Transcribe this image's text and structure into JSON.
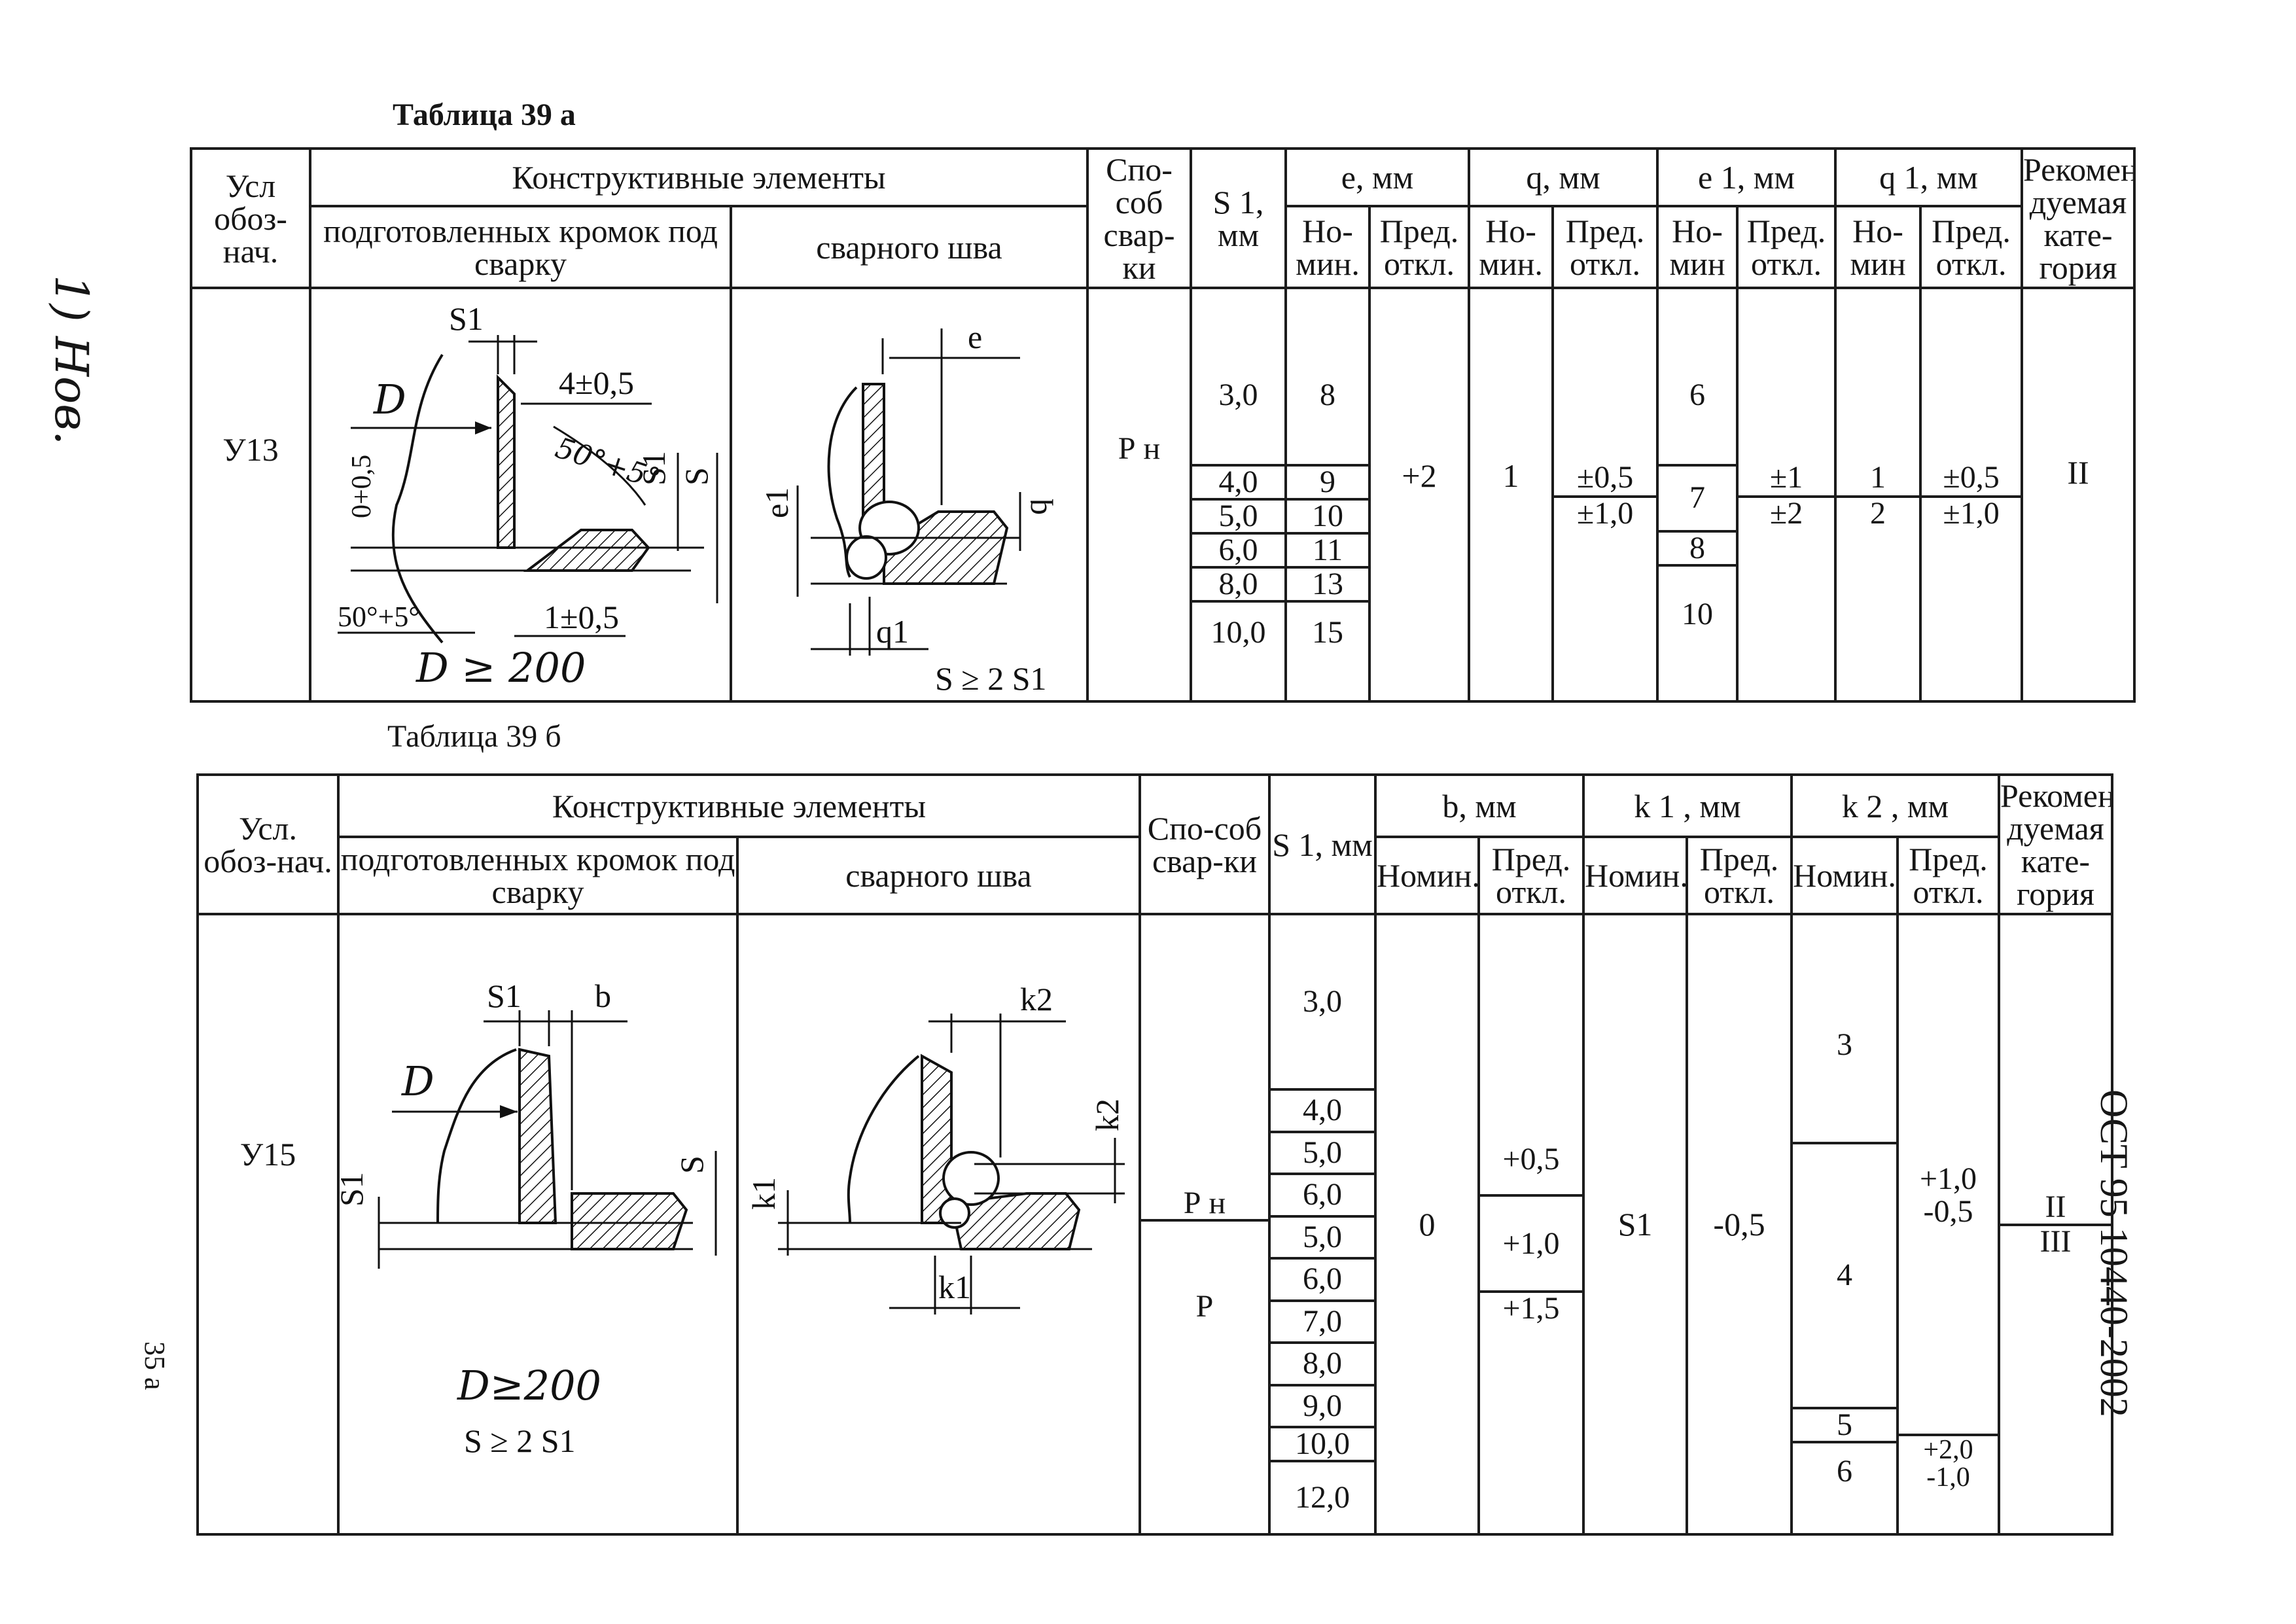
{
  "page": {
    "side_note": "1) Нов.",
    "doc_code": "ОСТ 95 10440-2002",
    "page_number": "35 а"
  },
  "table_a": {
    "caption": "Таблица 39 а",
    "headers": {
      "designation": "Усл обоз-нач.",
      "elements": "Конструктивные элементы",
      "prepared_edges": "подготовленных кромок под сварку",
      "weld": "сварного шва",
      "method": "Спо-соб свар-ки",
      "s1": "S 1, мм",
      "e": "е, мм",
      "q": "q, мм",
      "e1": "е 1, мм",
      "q1": "q 1, мм",
      "nominal": "Но-мин.",
      "nominal_short": "Но-мин",
      "tolerance": "Пред. откл.",
      "category": "Рекомен-дуемая кате-гория"
    },
    "row": {
      "code": "У13",
      "method": "Р н",
      "s1": [
        "3,0",
        "4,0",
        "5,0",
        "6,0",
        "8,0",
        "10,0"
      ],
      "e_nom": [
        "8",
        "9",
        "10",
        "11",
        "13",
        "15"
      ],
      "e_tol": "+2",
      "q_nom": "1",
      "q_tol": [
        "±0,5",
        "±1,0"
      ],
      "e1_nom": [
        "6",
        "7",
        "8",
        "10"
      ],
      "e1_tol": [
        "±1",
        "±2"
      ],
      "q1_nom": [
        "1",
        "2"
      ],
      "q1_tol": [
        "±0,5",
        "±1,0"
      ],
      "category": "II"
    },
    "sketch_prep": {
      "s1": "S1",
      "d": "D",
      "gap": "4±0,5",
      "angle_top": "50°+5°",
      "root": "0+0,5",
      "s1_side": "S1",
      "s_side": "S",
      "angle_bottom": "50°+5°",
      "land": "1±0,5",
      "note": "D ≥ 200"
    },
    "sketch_weld": {
      "e": "e",
      "e1": "e1",
      "q": "q",
      "q1": "q1",
      "cond": "S ≥ 2 S1"
    }
  },
  "table_b": {
    "caption": "Таблица 39 б",
    "headers": {
      "designation": "Усл. обоз-нач.",
      "elements": "Конструктивные элементы",
      "prepared_edges": "подготовленных кромок под сварку",
      "weld": "сварного шва",
      "method": "Спо-соб свар-ки",
      "s1": "S 1, мм",
      "b": "b, мм",
      "k1": "k 1 , мм",
      "k2": "k 2 , мм",
      "nominal": "Номин.",
      "tolerance": "Пред. откл.",
      "category": "Рекомен-дуемая кате-гория"
    },
    "row": {
      "code": "У15",
      "method": [
        "Р н",
        "Р"
      ],
      "s1": [
        "3,0",
        "4,0",
        "5,0",
        "6,0",
        "5,0",
        "6,0",
        "7,0",
        "8,0",
        "9,0",
        "10,0",
        "12,0"
      ],
      "b_nom": "0",
      "b_tol": [
        "+0,5",
        "+1,0",
        "+1,5"
      ],
      "k1_nom": "S1",
      "k1_tol": "-0,5",
      "k2_nom": [
        "3",
        "4",
        "5",
        "6"
      ],
      "k2_tol": [
        "+1,0 -0,5",
        "+2,0 -1,0"
      ],
      "category": [
        "II",
        "III"
      ]
    },
    "sketch_prep": {
      "s1": "S1",
      "b": "b",
      "d": "D",
      "s1_side": "S1",
      "s_side": "S",
      "note": "D≥200",
      "cond": "S ≥ 2 S1"
    },
    "sketch_weld": {
      "k2": "k2",
      "k2_side": "k2",
      "k1_side": "k1",
      "k1": "k1"
    }
  }
}
